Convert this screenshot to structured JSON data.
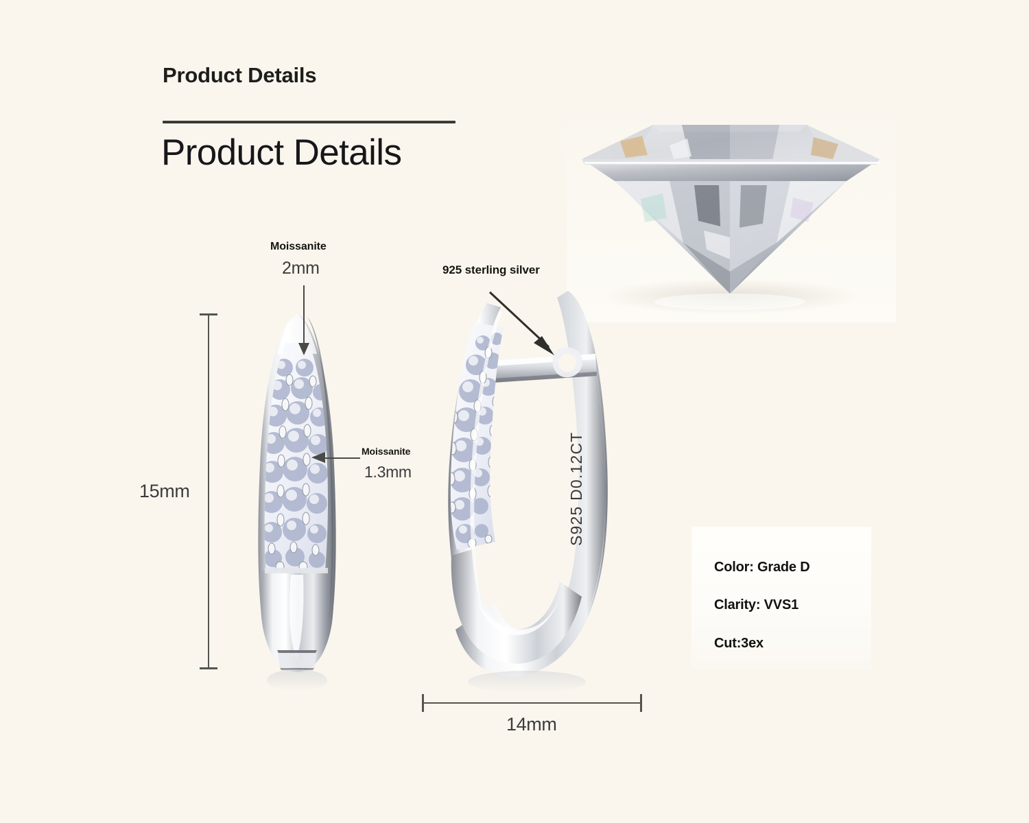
{
  "page": {
    "background_color": "#faf6ee",
    "header_bold": "Product Details",
    "header_light": "Product Details"
  },
  "callouts": [
    {
      "name": "moissanite-top",
      "title": "Moissanite",
      "value": "2mm"
    },
    {
      "name": "moissanite-side",
      "title": "Moissanite",
      "value": "1.3mm"
    },
    {
      "name": "silver",
      "title": "925 sterling silver",
      "value": ""
    }
  ],
  "dimensions": {
    "height_label": "15mm",
    "width_label": "14mm"
  },
  "engraving": {
    "text": "S925 D0.12CT"
  },
  "specs": {
    "lines": [
      "Color: Grade D",
      "Clarity: VVS1",
      "Cut:3ex"
    ]
  },
  "colors": {
    "background": "#faf6ee",
    "rule": "#3a3a36",
    "heading": "#1d1d1b",
    "dimension_text": "#3c3c3c",
    "leader": "#4a4a46",
    "spec_panel": "#fdfbf7",
    "metal_light": "#ffffff",
    "metal_mid": "#c9ccd2",
    "metal_dark": "#6f747c",
    "stone_tint": "#cfd6ea"
  }
}
